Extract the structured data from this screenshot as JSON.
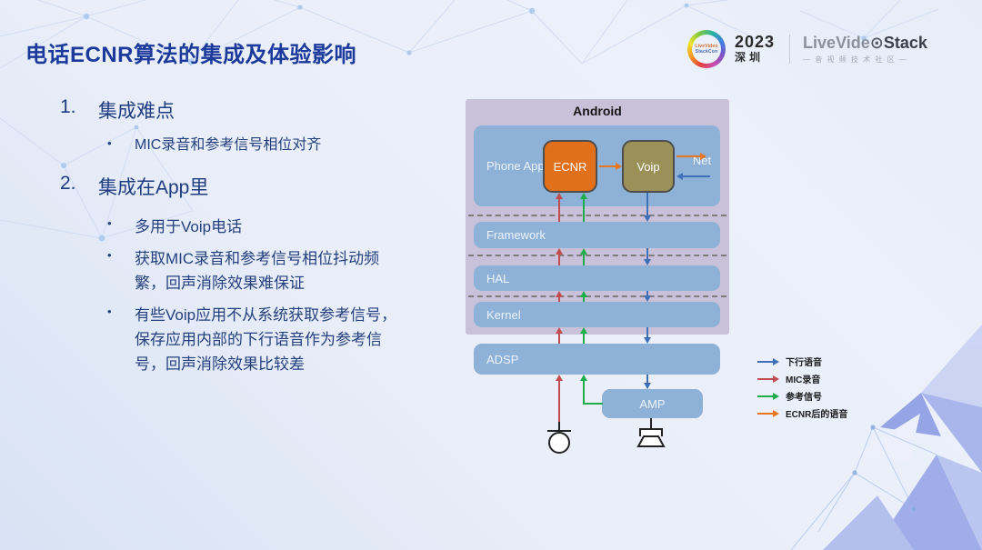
{
  "slide": {
    "title": "电话ECNR算法的集成及体验影响"
  },
  "brand": {
    "year": "2023",
    "city": "深圳",
    "circle_line1": "LiveVideo",
    "circle_line2": "StackCon",
    "wordmark_pre": "LiveVide",
    "wordmark_o": "⊙",
    "wordmark_post": "Stack",
    "tagline": "— 音 视 频 技 术 社 区 —"
  },
  "outline": {
    "items": [
      {
        "number": "1.",
        "title": "集成难点",
        "bullets": [
          "MIC录音和参考信号相位对齐"
        ]
      },
      {
        "number": "2.",
        "title": "集成在App里",
        "bullets": [
          "多用于Voip电话",
          "获取MIC录音和参考信号相位抖动频繁，回声消除效果难保证",
          "有些Voip应用不从系统获取参考信号，保存应用内部的下行语音作为参考信号，回声消除效果比较差"
        ]
      }
    ]
  },
  "diagram": {
    "android_label": "Android",
    "phone_app_label": "Phone App",
    "ecnr_label": "ECNR",
    "voip_label": "Voip",
    "net_label": "Net",
    "framework_label": "Framework",
    "hal_label": "HAL",
    "kernel_label": "Kernel",
    "adsp_label": "ADSP",
    "amp_label": "AMP",
    "colors": {
      "android_purple": "#c9c1d9",
      "layer_blue": "#8db1d7",
      "ecnr_orange": "#e2701b",
      "voip_olive": "#9b9158",
      "arrow_blue": "#3e6fb7",
      "arrow_red": "#bf4d4d",
      "arrow_green": "#1fad4b",
      "arrow_orange": "#e8761e"
    }
  },
  "legend": {
    "items": [
      {
        "label": "下行语音",
        "color": "#3e6fb7"
      },
      {
        "label": "MIC录音",
        "color": "#bf4d4d"
      },
      {
        "label": "参考信号",
        "color": "#1fad4b"
      },
      {
        "label": "ECNR后的语音",
        "color": "#e8761e"
      }
    ]
  }
}
